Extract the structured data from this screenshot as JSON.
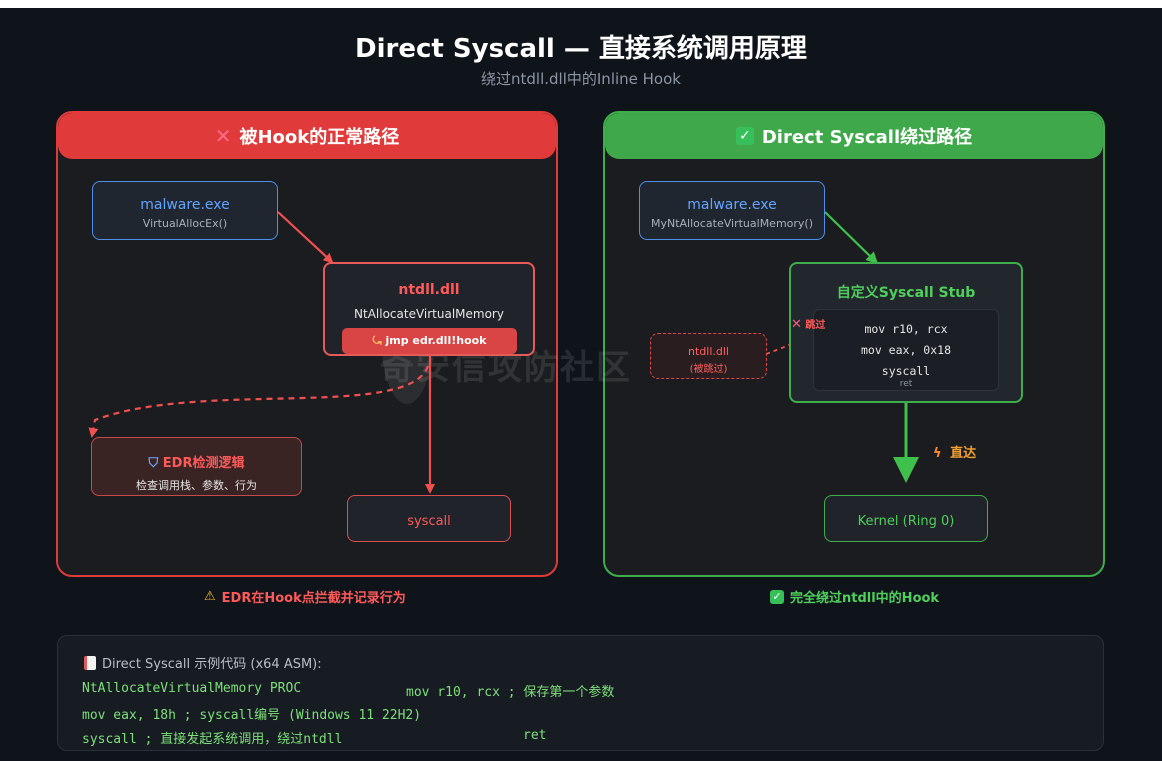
{
  "header": {
    "title": "Direct Syscall — 直接系统调用原理",
    "subtitle": "绕过ntdll.dll中的Inline Hook"
  },
  "colors": {
    "red": "#e03a3a",
    "green": "#3fad4c",
    "blue": "#5aa0ff",
    "code_green": "#7ee07a"
  },
  "left_panel": {
    "title": "被Hook的正常路径",
    "icon": "cross-mark-icon",
    "malware": {
      "name": "malware.exe",
      "call": "VirtualAllocEx()"
    },
    "ntdll": {
      "name": "ntdll.dll",
      "func": "NtAllocateVirtualMemory",
      "hook": "jmp edr.dll!hook"
    },
    "edr": {
      "title": "EDR检测逻辑",
      "desc": "检查调用栈、参数、行为"
    },
    "syscall": "syscall",
    "footnote": "EDR在Hook点拦截并记录行为"
  },
  "right_panel": {
    "title": "Direct Syscall绕过路径",
    "icon": "check-mark-icon",
    "malware": {
      "name": "malware.exe",
      "call": "MyNtAllocateVirtualMemory()"
    },
    "stub": {
      "title": "自定义Syscall Stub",
      "lines": [
        "mov r10, rcx",
        "mov eax, 0x18",
        "syscall"
      ],
      "ret": "ret"
    },
    "ntdll": {
      "name": "ntdll.dll",
      "note": "(被跳过)"
    },
    "skip_label": "跳过",
    "direct_label": "直达",
    "kernel": "Kernel (Ring 0)",
    "footnote": "完全绕过ntdll中的Hook"
  },
  "code": {
    "title": "Direct Syscall 示例代码 (x64 ASM):",
    "line1a": "NtAllocateVirtualMemory PROC",
    "line1b": "mov r10, rcx ; 保存第一个参数",
    "line2": "mov eax, 18h ; syscall编号 (Windows 11 22H2)",
    "line3a": "syscall ; 直接发起系统调用，绕过ntdll",
    "line3b": "ret"
  },
  "watermark": "奇安信攻防社区"
}
